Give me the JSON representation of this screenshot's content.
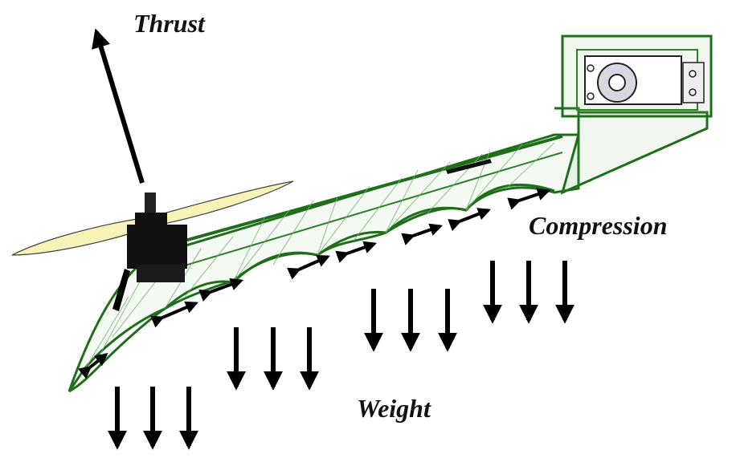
{
  "labels": {
    "thrust": "Thrust",
    "compression": "Compression",
    "weight": "Weight"
  },
  "colors": {
    "arm_outline": "#1e6e1a",
    "arm_mesh": "#74b46c",
    "propeller": "#f7f3b6",
    "motor": "#111111",
    "arrow": "#000000"
  },
  "icons": {
    "force_arrow": "arrow-icon",
    "motor": "motor-icon",
    "servo": "servo-icon"
  }
}
